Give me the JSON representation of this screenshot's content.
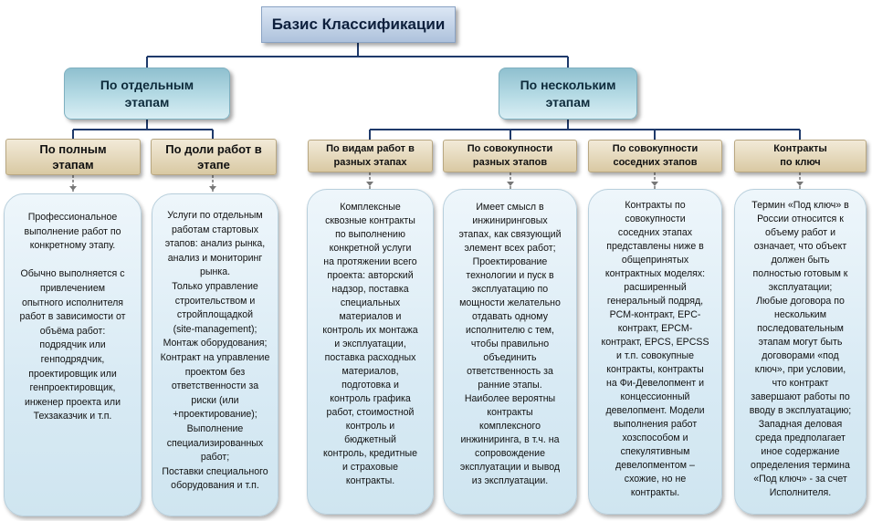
{
  "root": {
    "title": "Базис Классификации"
  },
  "level1": [
    {
      "lines": [
        "По отдельным",
        "этапам"
      ]
    },
    {
      "lines": [
        "По нескольким",
        "этапам"
      ]
    }
  ],
  "level2": [
    {
      "lines": [
        "По полным",
        "этапам"
      ]
    },
    {
      "lines": [
        "По доли работ в",
        "этапе"
      ]
    },
    {
      "lines": [
        "По видам работ в",
        "разных этапах"
      ]
    },
    {
      "lines": [
        "По совокупности",
        "разных этапов"
      ]
    },
    {
      "lines": [
        "По совокупности",
        "соседних этапов"
      ]
    },
    {
      "lines": [
        "Контракты",
        "по ключ"
      ]
    }
  ],
  "content": [
    {
      "lines": [
        "Профессиональное",
        "выполнение работ по",
        "конкретному этапу.",
        "",
        "Обычно выполняется с",
        "привлечением",
        "опытного исполнителя",
        "работ в зависимости от",
        "объёма работ:",
        "подрядчик или",
        "генподрядчик,",
        "проектировщик или",
        "генпроектировщик,",
        "инженер проекта или",
        "Техзаказчик и т.п."
      ]
    },
    {
      "lines": [
        "Услуги по отдельным",
        "работам стартовых",
        "этапов: анализ рынка,",
        "анализ  и мониторинг",
        "рынка.",
        "Только управление",
        "строительством и",
        "стройплощадкой",
        "(site-management);",
        "Монтаж оборудования;",
        "Контракт на управление",
        "проектом без",
        "ответственности за",
        "риски (или",
        "+проектирование);",
        "Выполнение",
        "специализированных",
        "работ;",
        "Поставки специального",
        "оборудования и т.п."
      ]
    },
    {
      "lines": [
        "Комплексные",
        "сквозные контракты",
        "по выполнению",
        "конкретной услуги",
        "на протяжении всего",
        "проекта: авторский",
        "надзор, поставка",
        "специальных",
        "материалов и",
        "контроль их монтажа",
        "и эксплуатации,",
        "поставка расходных",
        "материалов,",
        "подготовка и",
        "контроль графика",
        "работ, стоимостной",
        "контроль и",
        "бюджетный",
        "контроль, кредитные",
        "и страховые",
        "контракты."
      ]
    },
    {
      "lines": [
        "Имеет смысл в",
        "инжиниринговых",
        "этапах, как связующий",
        "элемент всех работ;",
        "Проектирование",
        "технологии и пуск в",
        "эксплуатацию по",
        "мощности желательно",
        "отдавать одному",
        "исполнителю с тем,",
        "чтобы правильно",
        "объединить",
        "ответственность за",
        "ранние этапы.",
        "Наиболее вероятны",
        "контракты",
        "комплексного",
        "инжиниринга, в т.ч. на",
        "сопровождение",
        "эксплуатации и вывод",
        "из эксплуатации."
      ]
    },
    {
      "lines": [
        "Контракты по",
        "совокупности",
        "соседних этапах",
        "представлены ниже в",
        "общепринятых",
        "контрактных моделях:",
        "расширенный",
        "генеральный подряд,",
        "PCM-контракт, EPC-",
        "контракт, EPCM-",
        "контракт, EPCS, EPCSS",
        "и т.п. совокупные",
        "контракты, контракты",
        "на Фи-Девелопмент и",
        "концессионный",
        "девелопмент. Модели",
        "выполнения работ",
        "хозспособом и",
        "спекулятивным",
        "девелопментом –",
        "схожие, но не",
        "контракты."
      ]
    },
    {
      "lines": [
        "Термин «Под ключ» в",
        "России относится к",
        "объему работ и",
        "означает, что объект",
        "должен быть",
        "полностью готовым к",
        "эксплуатации;",
        "Любые договора по",
        "нескольким",
        "последовательным",
        "этапам могут быть",
        "договорами «под",
        "ключ», при условии,",
        "что контракт",
        "завершают работы по",
        "вводу в эксплуатацию;",
        "Западная деловая",
        "среда предполагает",
        "иное содержание",
        "определения термина",
        "«Под ключ» - за счет",
        "Исполнителя."
      ]
    }
  ]
}
